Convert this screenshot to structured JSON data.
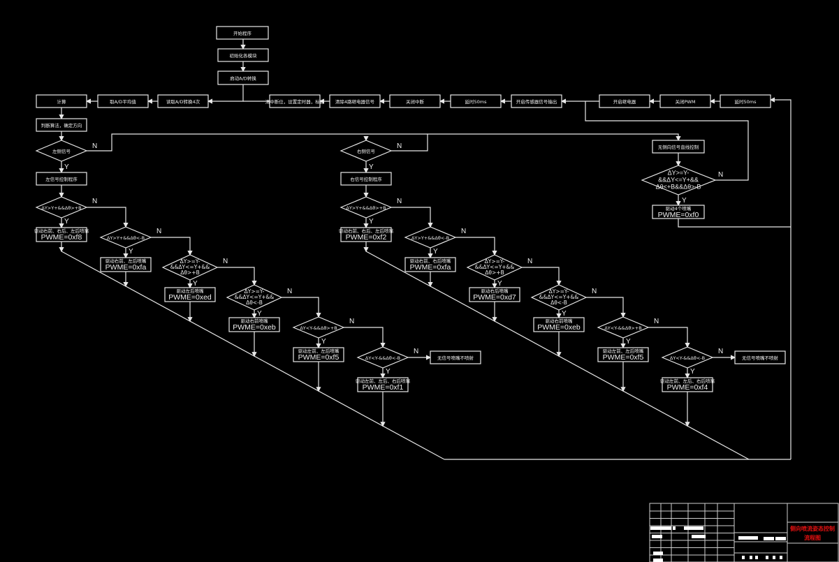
{
  "diagram": {
    "top": {
      "start": "开始程序",
      "init": "初始化各模块",
      "ad_start": "启动A/D转换",
      "calc": "计算",
      "ad_avg": "取A/D平均值",
      "ad_read": "读取A/D转换4次",
      "clear_int": "清中断位，设置定时器，标志",
      "clear_relay": "清除4路继电器信号",
      "close_int": "关闭中断",
      "delay1": "延时50ms",
      "open_sensor": "开启传感器信号输出",
      "open_relay": "开启继电器",
      "close_pwm": "关闭PWM",
      "delay2": "延时50ms",
      "judge": "判断算法，确定方向"
    },
    "left": {
      "decision": "左侧信号",
      "program": "左信号控制程序",
      "conds": [
        "ΔY>Y+&&Δθ>+B",
        "ΔY>Y+&&Δθ<-B",
        "ΔY>=Y-&&ΔY<=Y+&&Δθ>+B",
        "ΔY>=Y-&&ΔY<=Y+&&Δθ<-B",
        "ΔY<Y-&&Δθ>+B",
        "ΔY<Y-&&Δθ<-B"
      ],
      "actions": [
        "驱动右前、右后、左后喷嘴",
        "驱动右前、左后喷嘴",
        "驱动左后喷嘴",
        "驱动右前喷嘴",
        "驱动左前、左后喷嘴",
        "驱动左前、左后、右后喷嘴"
      ],
      "pwm": [
        "PWME=0xf8",
        "PWME=0xfa",
        "PWME=0xed",
        "PWME=0xeb",
        "PWME=0xf5",
        "PWME=0xf1"
      ],
      "none": "无信号喷嘴不喷射"
    },
    "mid": {
      "decision": "右侧信号",
      "program": "右信号控制程序",
      "conds": [
        "ΔY>Y+&&Δθ>+B",
        "ΔY>Y+&&Δθ<-B",
        "ΔY>=Y-&&ΔY<=Y+&&Δθ>+B",
        "ΔY>=Y-&&ΔY<=Y+&&Δθ<-B",
        "ΔY<Y-&&Δθ>+B",
        "ΔY<Y-&&Δθ<-B"
      ],
      "actions": [
        "驱动右前、右后、左后喷嘴",
        "驱动右前、右后喷嘴",
        "驱动右后喷嘴",
        "驱动右前喷嘴",
        "驱动左前、左后喷嘴",
        "驱动左前、左后、右后喷嘴"
      ],
      "pwm": [
        "PWME=0xf2",
        "PWME=0xfa",
        "PWME=0xd7",
        "PWME=0xeb",
        "PWME=0xf5",
        "PWME=0xf4"
      ],
      "none": "无信号喷嘴不喷射"
    },
    "right": {
      "program": "无侧向信号直线控制",
      "cond": [
        "ΔY>=Y-",
        "&&ΔY<=Y+&&",
        "Δθ<+B&&Δθ>-B"
      ],
      "action": "驱动4个喷嘴",
      "pwm": "PWME=0xf0"
    },
    "yes": "Y",
    "no": "N"
  },
  "title_block": {
    "title_line1": "侧向喷流姿态控制",
    "title_line2": "流程图",
    "title_color": "#e01010"
  }
}
